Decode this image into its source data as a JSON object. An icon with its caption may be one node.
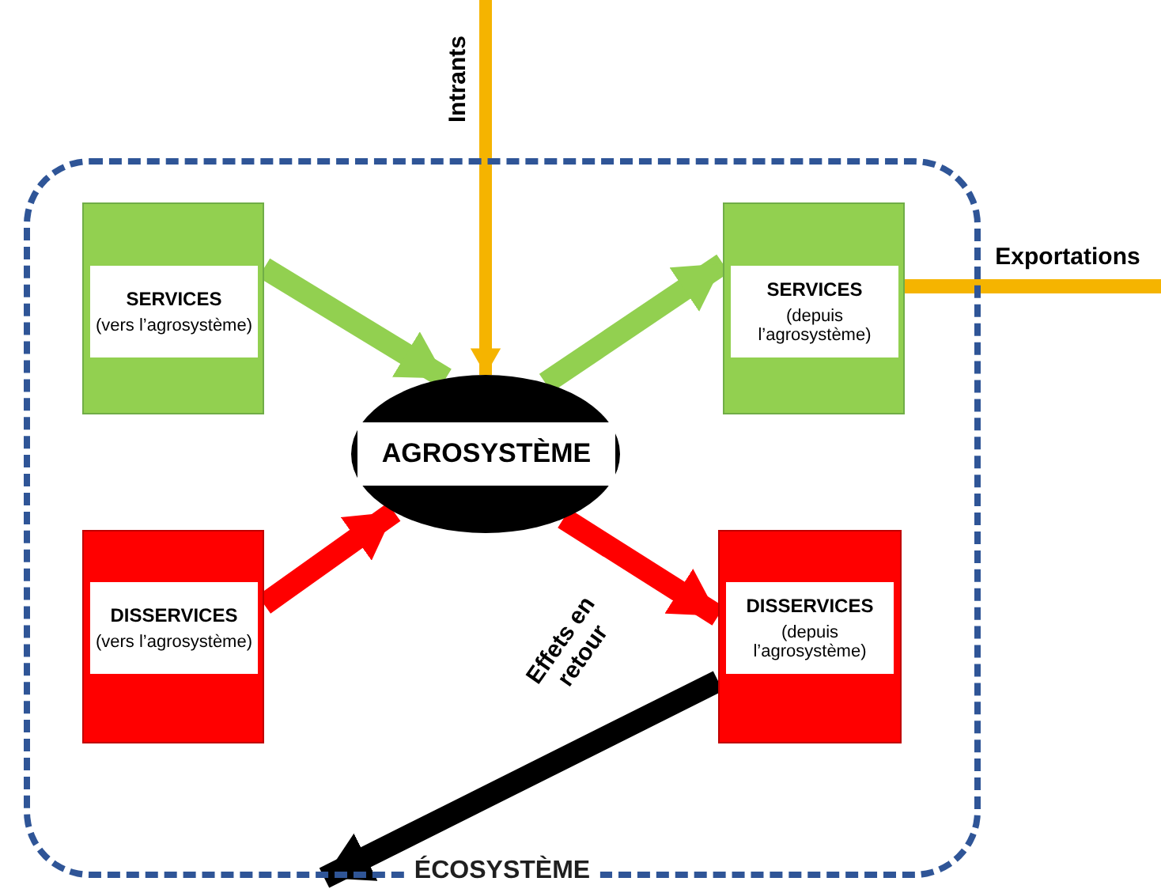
{
  "diagram": {
    "nodes": [
      {
        "text": [
          "ÉCOSYSTÈME"
        ]
      },
      {
        "text": [
          "SERVICES",
          "(vers l’agrosystème)"
        ],
        "in": 0
      },
      {
        "text": [
          "DISSERVICES",
          "(vers l’agrosystème)"
        ],
        "in": 0
      },
      {
        "text": [
          "AGROSYSTÈME"
        ],
        "in": 0
      },
      {
        "text": [
          "SERVICES",
          "(depuis l’agrosystème)"
        ],
        "in": 0
      },
      {
        "text": [
          "DISSERVICES",
          "(depuis l’agrosystème)"
        ],
        "in": 0
      }
    ],
    "edges": [
      {
        "from": null,
        "to": 3,
        "arrow": "to",
        "label": "Intrants",
        "color": "#f5b400"
      },
      {
        "from": 1,
        "to": 3,
        "arrow": "to",
        "color": "#92d050"
      },
      {
        "from": 2,
        "to": 3,
        "arrow": "to",
        "color": "#ff0000"
      },
      {
        "from": 3,
        "to": 4,
        "arrow": "to",
        "color": "#92d050"
      },
      {
        "from": 3,
        "to": 5,
        "arrow": "to",
        "color": "#ff0000"
      },
      {
        "from": 4,
        "to": null,
        "arrow": "none",
        "label": "Exportations",
        "color": "#f5b400"
      },
      {
        "from": 5,
        "to": 0,
        "arrow": "to",
        "label": "Effets en retour",
        "color": "#000000"
      }
    ]
  }
}
